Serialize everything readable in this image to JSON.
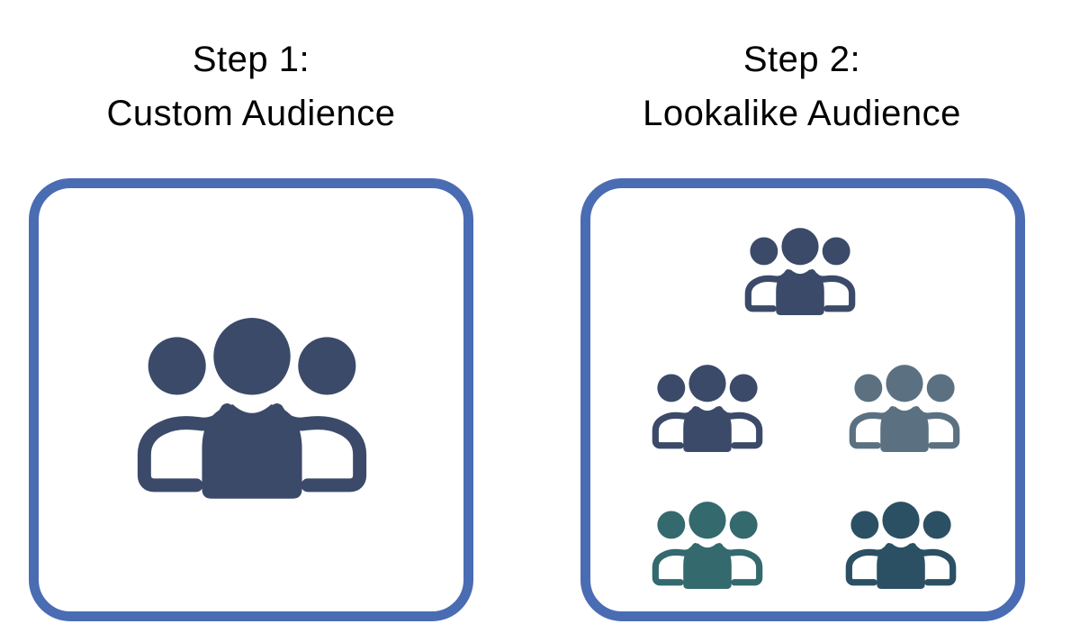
{
  "figure": {
    "background": "#ffffff",
    "panel_border_color": "#4a6cb3",
    "title_color": "#000000"
  },
  "panels": [
    {
      "step_label": "Step 1:",
      "audience_label": "Custom Audience",
      "icons": [
        {
          "name": "audience-group",
          "color": "#3b4a69",
          "size": "large",
          "position": "center"
        }
      ]
    },
    {
      "step_label": "Step 2:",
      "audience_label": "Lookalike Audience",
      "icons": [
        {
          "name": "lookalike-group-1",
          "color": "#3b4a69",
          "size": "small",
          "position": "top-center"
        },
        {
          "name": "lookalike-group-2",
          "color": "#3b4a69",
          "size": "small",
          "position": "middle-left"
        },
        {
          "name": "lookalike-group-3",
          "color": "#5b7181",
          "size": "small",
          "position": "middle-right"
        },
        {
          "name": "lookalike-group-4",
          "color": "#34696e",
          "size": "small",
          "position": "bottom-left"
        },
        {
          "name": "lookalike-group-5",
          "color": "#2b5063",
          "size": "small",
          "position": "bottom-right"
        }
      ]
    }
  ]
}
